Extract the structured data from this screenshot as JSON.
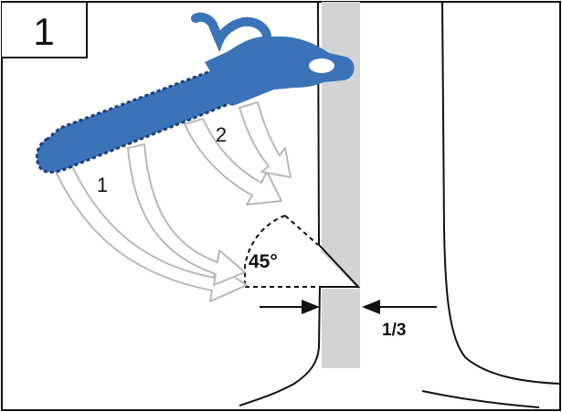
{
  "panel": {
    "number": "1"
  },
  "cuts": {
    "first": "1",
    "second": "2"
  },
  "notch": {
    "angle": "45°",
    "depth": "1/3"
  },
  "colors": {
    "saw": "#3b73b9",
    "saw_outline": "#1e3f75",
    "trunk_core": "#d3d3d5",
    "line": "#111111",
    "arrow_fill": "#ffffff",
    "arrow_stroke": "#b8b8b8"
  }
}
